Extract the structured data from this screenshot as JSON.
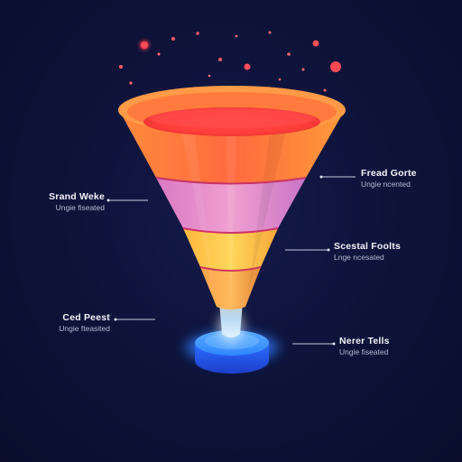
{
  "diagram": {
    "type": "funnel",
    "stages": [
      {
        "title": "Fread Gorte",
        "subtitle": "Ungie ncented",
        "color": "#ff5a3c"
      },
      {
        "title": "Srand Weke",
        "subtitle": "Ungie fiseated",
        "color": "#e88ac8"
      },
      {
        "title": "Scestal Foolts",
        "subtitle": "Lnge ncesated",
        "color": "#ffc04a"
      },
      {
        "title": "Ced Peest",
        "subtitle": "Ungie fteasited",
        "color": "#ffb040"
      },
      {
        "title": "Nerer Tells",
        "subtitle": "Ungie fiseated",
        "color": "#2f8cff"
      }
    ]
  }
}
